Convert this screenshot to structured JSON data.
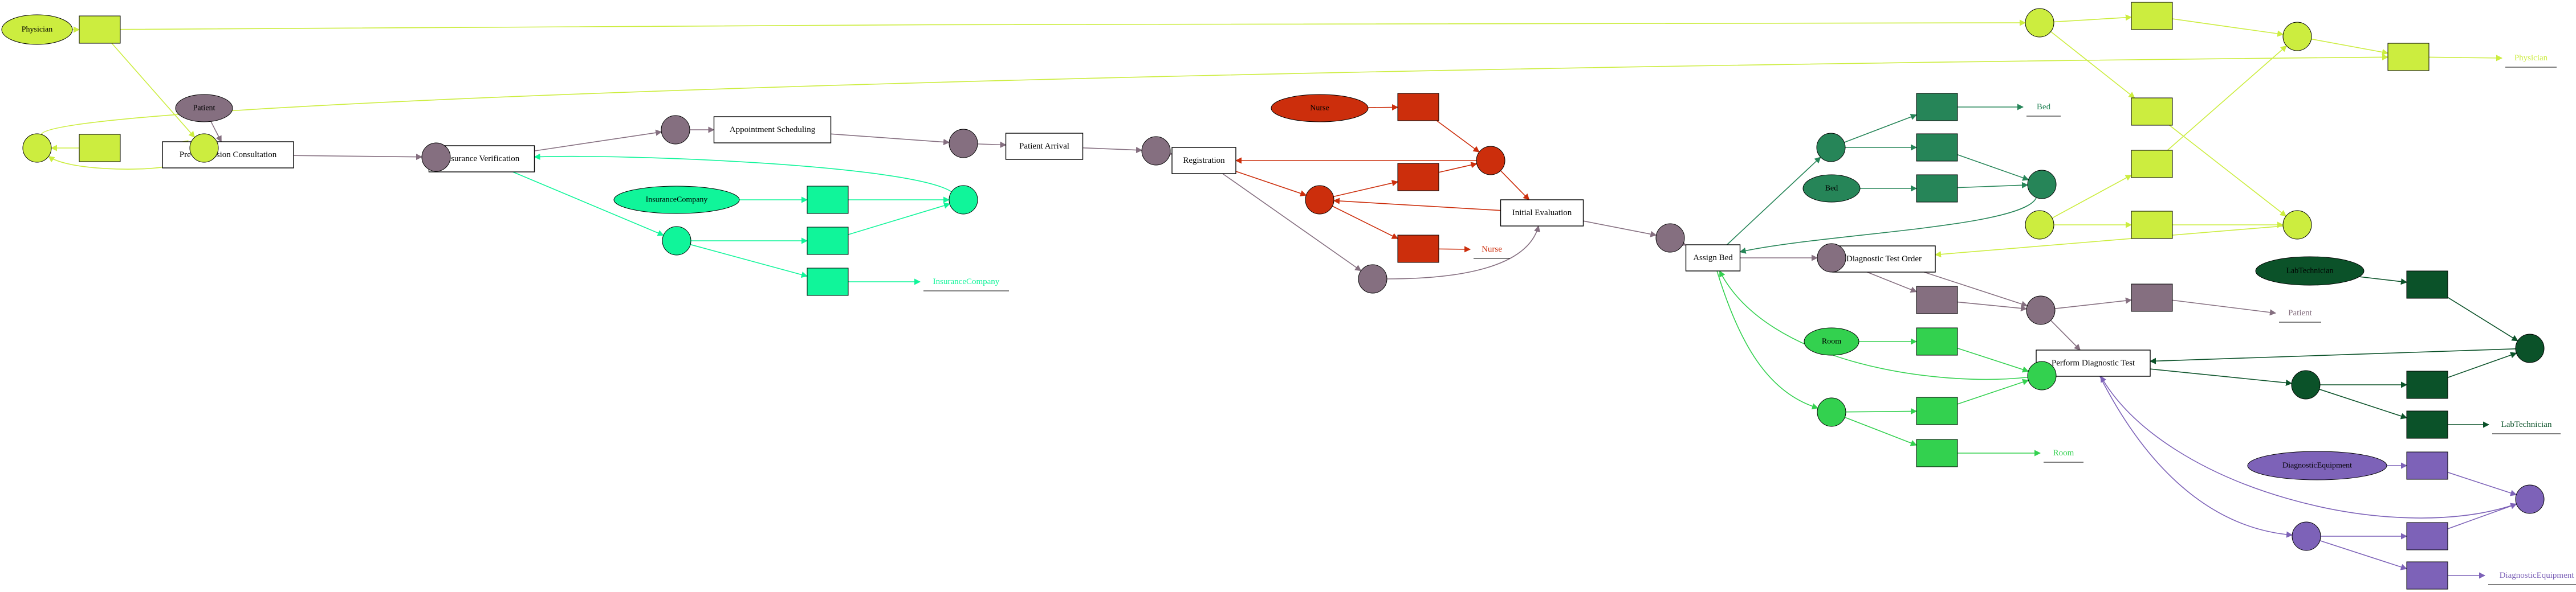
{
  "colors": {
    "physician": "#cced3f",
    "patient": "#856f80",
    "nurse": "#cc2e0c",
    "insurance": "#10f59a",
    "bed": "#268558",
    "room": "#33d14f",
    "labtech": "#0b5229",
    "equipment": "#7d62b8",
    "activity_border": "#000000"
  },
  "activities": [
    {
      "id": "pre_admission",
      "label": "Pre-Admission Consultation"
    },
    {
      "id": "insurance_verification",
      "label": "Insurance Verification"
    },
    {
      "id": "appointment_scheduling",
      "label": "Appointment Scheduling"
    },
    {
      "id": "patient_arrival",
      "label": "Patient Arrival"
    },
    {
      "id": "registration",
      "label": "Registration"
    },
    {
      "id": "initial_evaluation",
      "label": "Initial Evaluation"
    },
    {
      "id": "assign_bed",
      "label": "Assign Bed"
    },
    {
      "id": "diagnostic_test_order",
      "label": "Diagnostic Test Order"
    },
    {
      "id": "perform_diagnostic_test",
      "label": "Perform Diagnostic Test"
    }
  ],
  "object_types": [
    {
      "id": "physician",
      "label": "Physician",
      "color": "physician"
    },
    {
      "id": "patient",
      "label": "Patient",
      "color": "patient"
    },
    {
      "id": "nurse",
      "label": "Nurse",
      "color": "nurse"
    },
    {
      "id": "insurance",
      "label": "InsuranceCompany",
      "color": "insurance"
    },
    {
      "id": "bed",
      "label": "Bed",
      "color": "bed"
    },
    {
      "id": "room",
      "label": "Room",
      "color": "room"
    },
    {
      "id": "labtech",
      "label": "LabTechnician",
      "color": "labtech"
    },
    {
      "id": "equipment",
      "label": "DiagnosticEquipment",
      "color": "equipment"
    }
  ],
  "sinks": [
    {
      "id": "physician",
      "label": "Physician",
      "color": "physician"
    },
    {
      "id": "nurse",
      "label": "Nurse",
      "color": "nurse"
    },
    {
      "id": "insurance",
      "label": "InsuranceCompany",
      "color": "insurance"
    },
    {
      "id": "bed",
      "label": "Bed",
      "color": "bed"
    },
    {
      "id": "room",
      "label": "Room",
      "color": "room"
    },
    {
      "id": "patient",
      "label": "Patient",
      "color": "patient"
    },
    {
      "id": "labtech",
      "label": "LabTechnician",
      "color": "labtech"
    },
    {
      "id": "equipment",
      "label": "DiagnosticEquipment",
      "color": "equipment"
    }
  ]
}
